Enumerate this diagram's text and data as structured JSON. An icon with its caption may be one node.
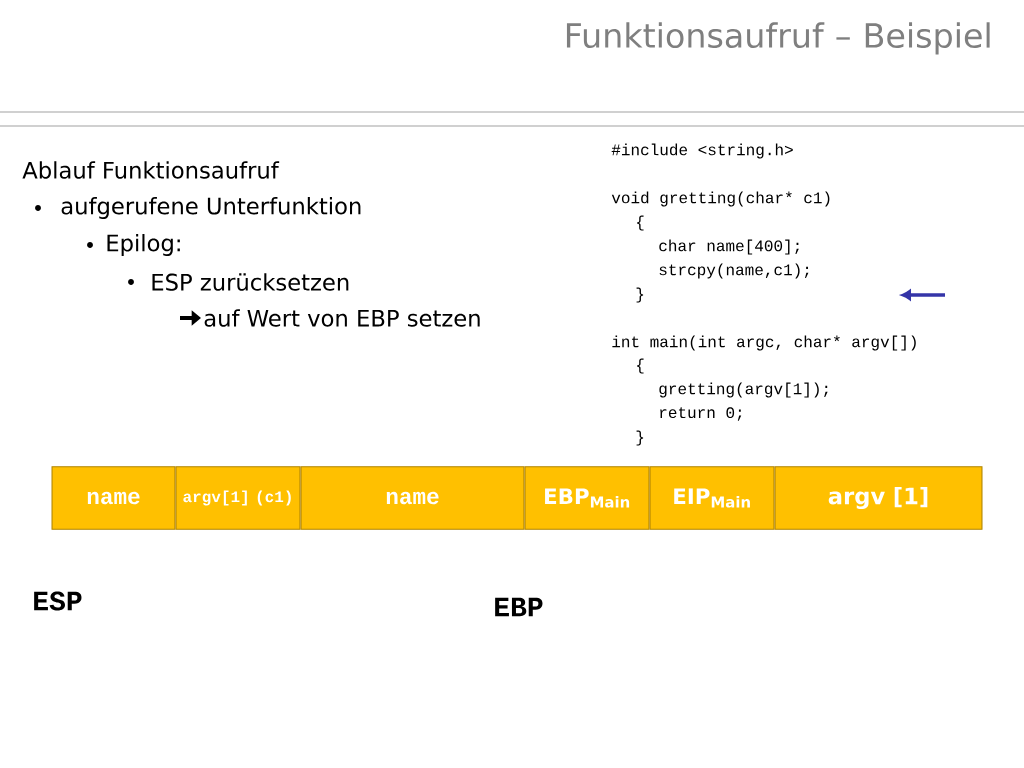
{
  "diagram": {
    "title": "Funktionsaufruf – Beispiel",
    "nodes": [
      {
        "text": [
          "name"
        ]
      },
      {
        "text": [
          "argv[1] (c1)"
        ]
      },
      {
        "text": [
          "name"
        ]
      },
      {
        "text": [
          "EBP$_{Main}$"
        ]
      },
      {
        "text": [
          "EIP$_{Main}$"
        ]
      },
      {
        "text": [
          "argv [1]"
        ]
      }
    ],
    "labels": [
      "Ablauf Funktionsaufruf",
      "aufgerufene Unterfunktion",
      "Epilog:",
      "ESP zurücksetzen",
      "auf Wert von EBP setzen",
      "#include <string.h>",
      "void gretting(char* c1)",
      "{",
      "char name[400];",
      "strcpy(name,c1);",
      "}",
      "int main(int argc, char* argv[])",
      "{",
      "gretting(argv[1]);",
      "return 0;",
      "}",
      "ESP",
      "EBP"
    ]
  }
}
